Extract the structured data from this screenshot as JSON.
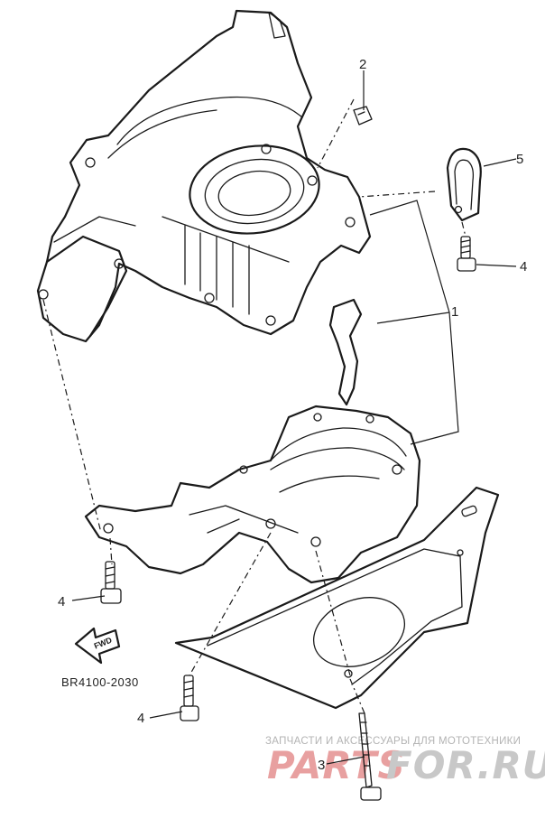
{
  "diagram_code": "BR4100-2030",
  "fwd_label": "FWD",
  "callouts": {
    "c1": "1",
    "c2": "2",
    "c3": "3",
    "c4a": "4",
    "c4b": "4",
    "c4c": "4",
    "c5": "5"
  },
  "watermark": {
    "tagline": "ЗАПЧАСТИ И АКСЕССУАРЫ ДЛЯ МОТОТЕХНИКИ",
    "brand_red": "PARTS",
    "brand_dark": "FOR.RU",
    "red_color": "#e8a0a0",
    "dark_color": "#c8c8c8"
  }
}
